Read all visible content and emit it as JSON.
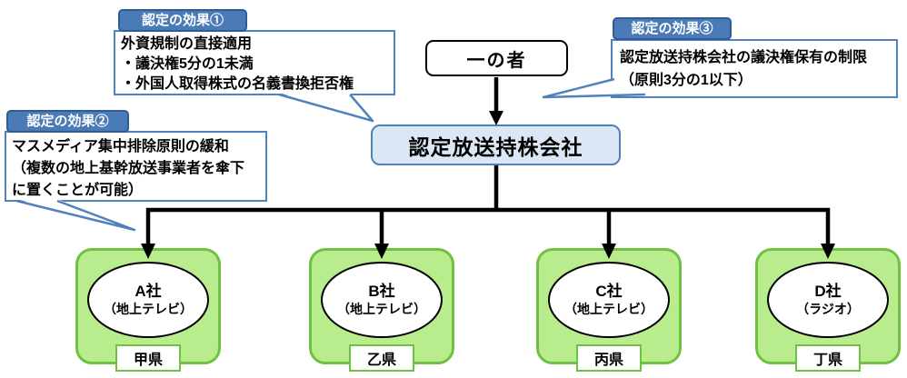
{
  "root_box": {
    "label": "一の者"
  },
  "holding_box": {
    "label": "認定放送持株会社"
  },
  "callouts": [
    {
      "title": "認定の効果①",
      "lines": [
        "外資規制の直接適用",
        "・議決権5分の1未満",
        "・外国人取得株式の名義書換拒否権"
      ]
    },
    {
      "title": "認定の効果②",
      "lines": [
        "マスメディア集中排除原則の緩和",
        "（複数の地上基幹放送事業者を傘下",
        "に置くことが可能）"
      ]
    },
    {
      "title": "認定の効果③",
      "lines": [
        "認定放送持株会社の議決権保有の制限",
        "（原則3分の1以下）"
      ]
    }
  ],
  "subsidiaries": [
    {
      "name": "A社",
      "type": "（地上テレビ）",
      "prefecture": "甲県"
    },
    {
      "name": "B社",
      "type": "（地上テレビ）",
      "prefecture": "乙県"
    },
    {
      "name": "C社",
      "type": "（地上テレビ）",
      "prefecture": "丙県"
    },
    {
      "name": "D社",
      "type": "（ラジオ）",
      "prefecture": "丁県"
    }
  ],
  "colors": {
    "callout_border_blue": "#4f81bd",
    "callout_tab_fill": "#4a7bb7",
    "callout_tab_border": "#2f5c94",
    "holding_fill": "#dbe7f4",
    "green_fill": "#b8ec8d",
    "green_border": "#70c041",
    "connector_black": "#000000"
  }
}
